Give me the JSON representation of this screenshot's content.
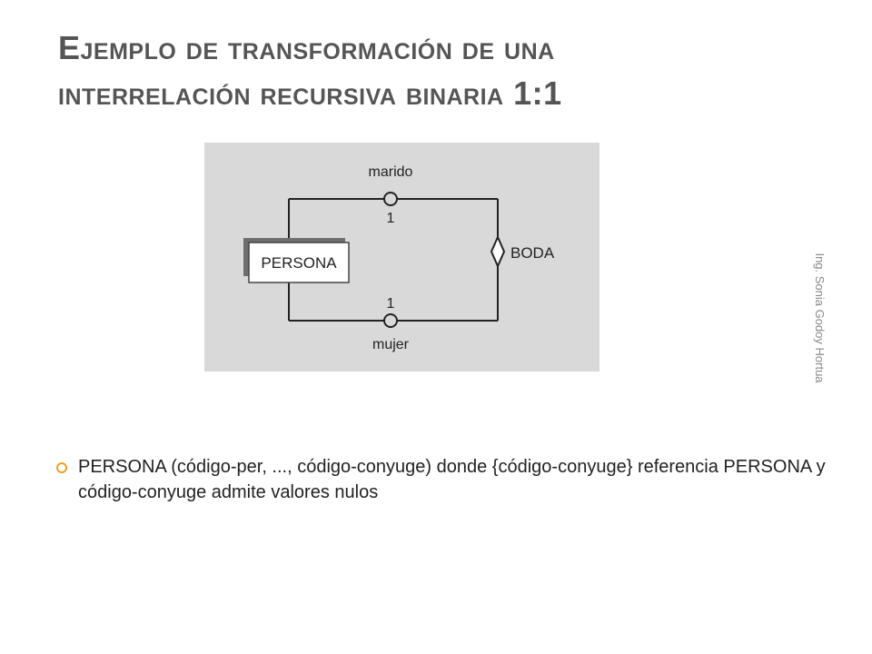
{
  "title": {
    "line1": "Ejemplo de transformación de una",
    "line2": "interrelación recursiva binaria 1:1"
  },
  "diagram": {
    "entity": "PERSONA",
    "relationship": "BODA",
    "role_top": "marido",
    "role_bottom": "mujer",
    "card_top": "1",
    "card_bottom": "1"
  },
  "author": "Ing. Sonia Godoy Hortua",
  "bullets": [
    {
      "text": "PERSONA (código-per, ..., código-conyuge) donde {código-conyuge} referencia PERSONA y código-conyuge admite valores nulos"
    }
  ],
  "colors": {
    "title": "#555555",
    "bullet": "#f0a020",
    "diagram_bg": "#d9d9d9"
  }
}
